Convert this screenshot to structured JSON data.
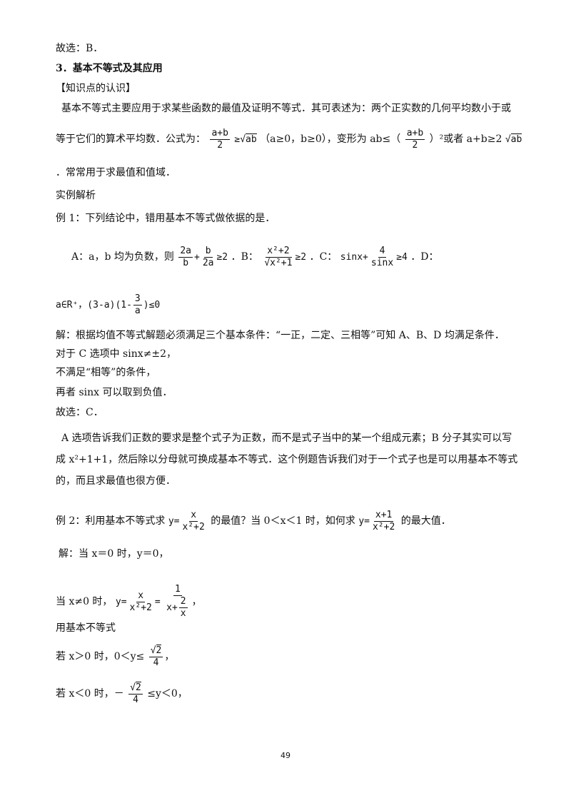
{
  "l1": "故选：B．",
  "heading": "3．基本不等式及其应用",
  "knowledge": "【知识点的认识】",
  "intro1": "基本不等式主要应用于求某些函数的最值及证明不等式．其可表述为：两个正实数的几何平均数小于或",
  "intro2a": "等于它们的算术平均数．公式为：",
  "intro2b": "（a≥0，b≥0），变形为 ab≤（",
  "intro2c": "）²或者 a+b≥2",
  "intro3": "．常常用于求最值和值域．",
  "case": "实例解析",
  "ex1": "例 1：下列结论中，错用基本不等式做依据的是．",
  "optA": "A：a，b 均为负数，则",
  "optB": "．B：",
  "optC": "．C：",
  "optD": "．D：",
  "lineD": "a∈R⁺，(3-a)(1-",
  "lineD2": ")≤0",
  "sol1": "解：根据均值不等式解题必须满足三个基本条件：“一正，二定、三相等”可知 A、B、D 均满足条件．",
  "sol2": "对于 C 选项中 sinx≠±2，",
  "sol3": "不满足“相等”的条件，",
  "sol4": "再者 sinx 可以取到负值．",
  "sol5": "故选：C．",
  "note1": "A 选项告诉我们正数的要求是整个式子为正数，而不是式子当中的某一个组成元素；B 分子其实可以写",
  "note2": "成 x²+1+1，然后除以分母就可换成基本不等式．这个例题告诉我们对于一个式子也是可以用基本不等式",
  "note3": "的，而且求最值也很方便．",
  "ex2a": "例 2：利用基本不等式求",
  "ex2b": "的最值？当 0＜x＜1 时，如何求",
  "ex2c": "的最大值．",
  "s2a": "解：当 x＝0 时，y＝0，",
  "s2b": "当 x≠0 时，",
  "s2c": "用基本不等式",
  "s2d": "若 x＞0 时，0＜y≤",
  "s2e": "若 x＜0 时，－",
  "s2f": "≤y＜0，",
  "page_number": "49"
}
